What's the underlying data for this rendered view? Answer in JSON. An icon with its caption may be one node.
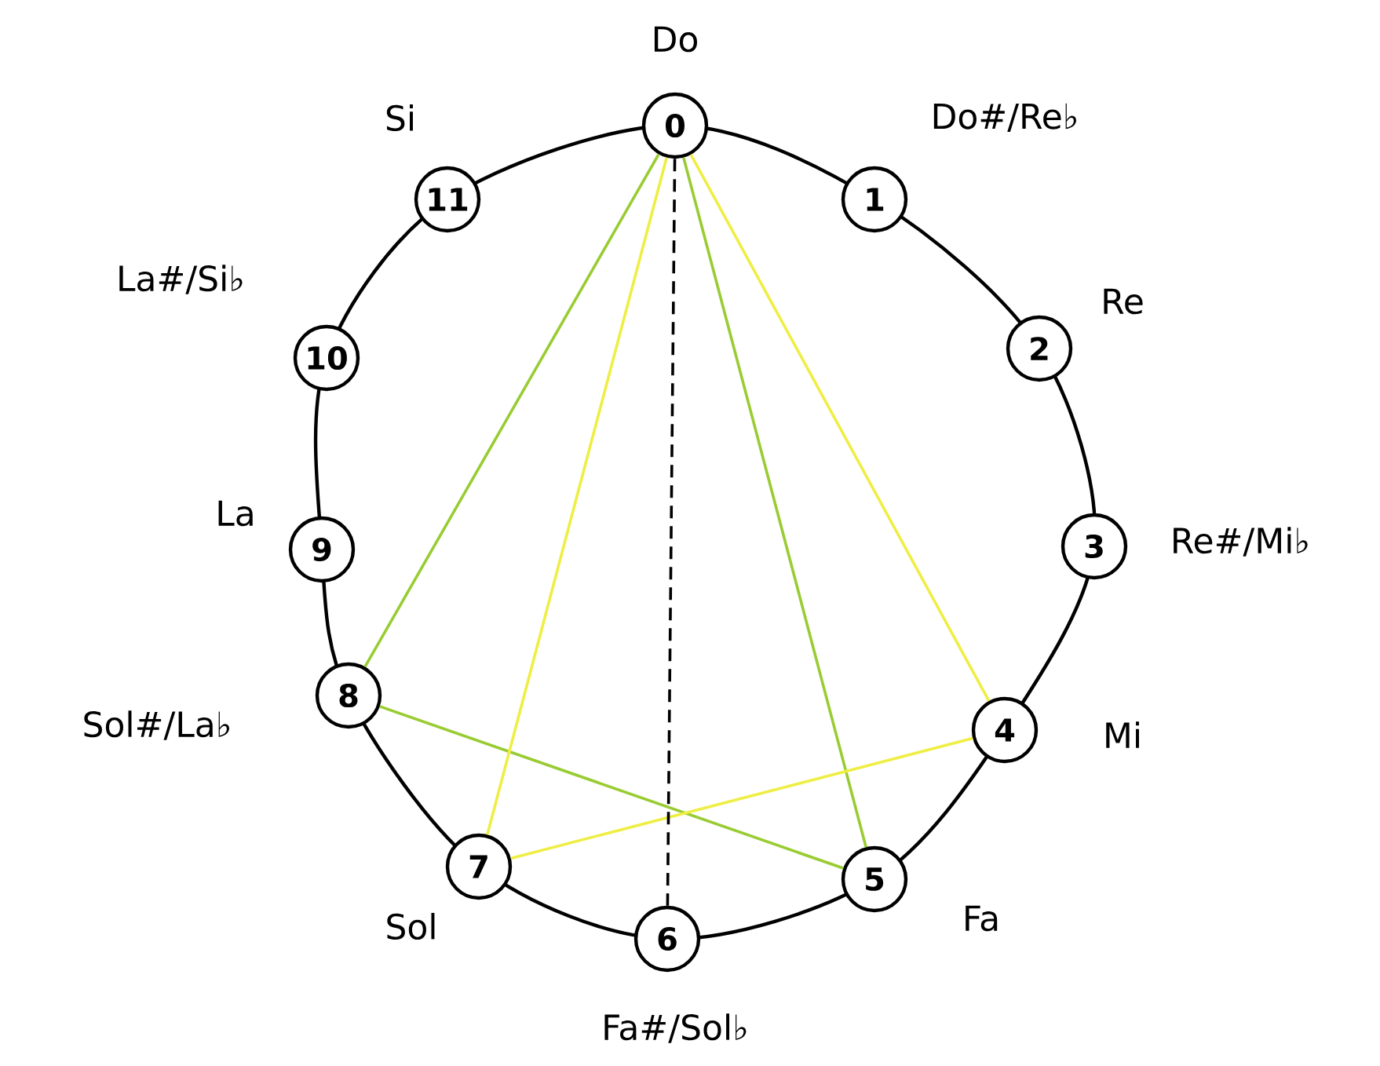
{
  "diagram": {
    "nodes": [
      {
        "text": [
          "0"
        ],
        "beside": [
          "Do"
        ]
      },
      {
        "text": [
          "1"
        ],
        "beside": [
          "Do#/Re♭"
        ]
      },
      {
        "text": [
          "2"
        ],
        "beside": [
          "Re"
        ]
      },
      {
        "text": [
          "3"
        ],
        "beside": [
          "Re#/Mi♭"
        ]
      },
      {
        "text": [
          "4"
        ],
        "beside": [
          "Mi"
        ]
      },
      {
        "text": [
          "5"
        ],
        "beside": [
          "Fa"
        ]
      },
      {
        "text": [
          "6"
        ],
        "beside": [
          "Fa#/Sol♭"
        ]
      },
      {
        "text": [
          "7"
        ],
        "beside": [
          "Sol"
        ]
      },
      {
        "text": [
          "8"
        ],
        "beside": [
          "Sol#/La♭"
        ]
      },
      {
        "text": [
          "9"
        ],
        "beside": [
          "La"
        ]
      },
      {
        "text": [
          "10"
        ],
        "beside": [
          "La#/Si♭"
        ]
      },
      {
        "text": [
          "11"
        ],
        "beside": [
          "Si"
        ]
      }
    ],
    "edges": [
      {
        "from": 0,
        "to": 8,
        "arrow": "none",
        "color": "#99cc33"
      },
      {
        "from": 8,
        "to": 5,
        "arrow": "none",
        "color": "#99cc33"
      },
      {
        "from": 5,
        "to": 0,
        "arrow": "none",
        "color": "#99cc33"
      },
      {
        "from": 0,
        "to": 4,
        "arrow": "none",
        "color": "#eeee44"
      },
      {
        "from": 4,
        "to": 7,
        "arrow": "none",
        "color": "#eeee44"
      },
      {
        "from": 7,
        "to": 0,
        "arrow": "none",
        "color": "#eeee44"
      },
      {
        "from": 0,
        "to": 6,
        "arrow": "none",
        "style": "dashed",
        "color": "#000000"
      }
    ]
  }
}
